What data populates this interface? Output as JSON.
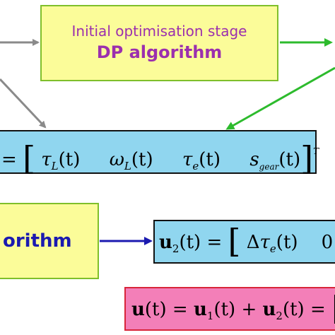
{
  "stage_box": {
    "title": "Initial optimisation stage",
    "subtitle": "DP algorithm"
  },
  "algo_box": {
    "label": "orithm"
  },
  "u1_equation": {
    "lead": "= ",
    "terms": [
      "τ",
      "ω",
      "τ",
      "s"
    ],
    "subscripts": [
      "L",
      "L",
      "e",
      "gear"
    ],
    "arg": "(t)",
    "transpose": "T"
  },
  "u2_equation": {
    "symbol": "u",
    "index": "2",
    "lhs_arg": "(t) = ",
    "delta": "Δ",
    "tau": "τ",
    "tau_sub": "e",
    "arg": "(t)",
    "zero": "0"
  },
  "sum_equation": {
    "symbol": "u",
    "arg": "(t)",
    "equals": " = ",
    "index1": "1",
    "plus": " + ",
    "index2": "2"
  },
  "colors": {
    "yellow_fill": "#fbfc99",
    "green_border": "#7fbf2b",
    "purple_text": "#9b2fae",
    "blue_fill": "#90d6ef",
    "pink_fill": "#f37fb8",
    "red_border": "#d8253a",
    "arrow_grey": "#8a8a8a",
    "arrow_green": "#2dbb2d",
    "arrow_blue": "#1b1ab0"
  }
}
